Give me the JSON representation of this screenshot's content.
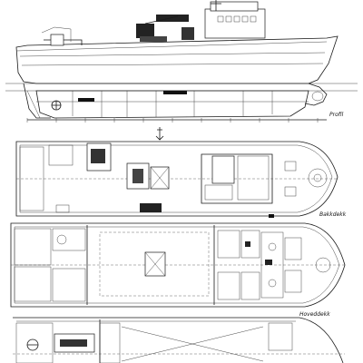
{
  "drawing": {
    "labels": {
      "profile": "Profil",
      "forecastle_deck": "Bakkdekk",
      "main_deck": "Hoveddekk"
    }
  }
}
